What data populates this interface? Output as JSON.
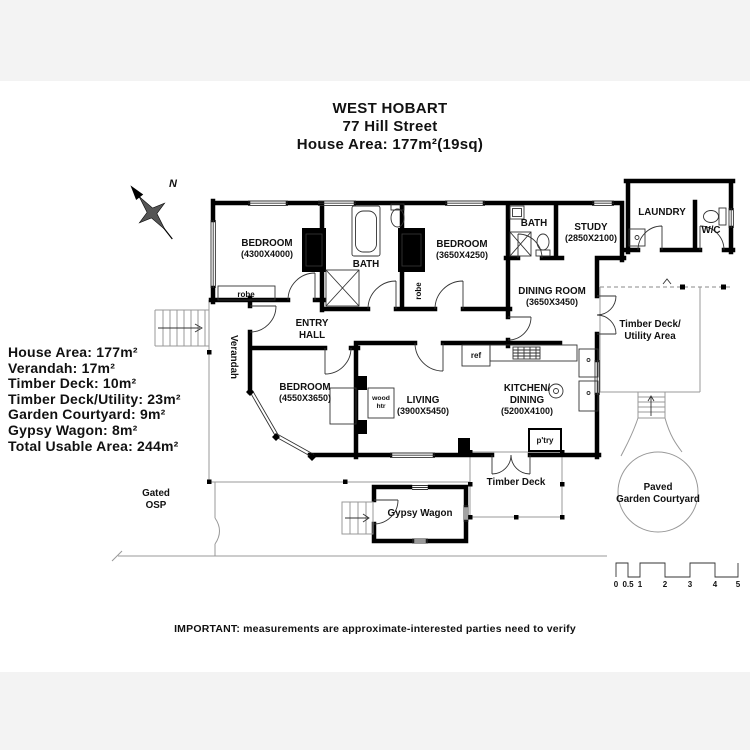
{
  "title": {
    "suburb": "WEST HOBART",
    "street": "77 Hill Street",
    "house_area": "House Area: 177m²(19sq)"
  },
  "stats": {
    "house_area": "House Area: 177m²",
    "verandah": "Verandah: 17m²",
    "timber_deck": "Timber Deck: 10m²",
    "timber_deck_utility": "Timber Deck/Utility: 23m²",
    "garden_courtyard": "Garden Courtyard: 9m²",
    "gypsy_wagon": "Gypsy Wagon: 8m²",
    "total": "Total Usable Area: 244m²"
  },
  "rooms": {
    "bedroom1": {
      "name": "BEDROOM",
      "dims": "(4300X4000)"
    },
    "bedroom2": {
      "name": "BEDROOM",
      "dims": "(3650X4250)"
    },
    "bedroom3": {
      "name": "BEDROOM",
      "dims": "(4550X3650)"
    },
    "bath1": {
      "name": "BATH"
    },
    "bath2": {
      "name": "BATH"
    },
    "study": {
      "name": "STUDY",
      "dims": "(2850X2100)"
    },
    "laundry": {
      "name": "LAUNDRY"
    },
    "wc": {
      "name": "W/C"
    },
    "dining": {
      "name": "DINING ROOM",
      "dims": "(3650X3450)"
    },
    "entry": {
      "line1": "ENTRY",
      "line2": "HALL"
    },
    "living": {
      "name": "LIVING",
      "dims": "(3900X5450)"
    },
    "kitchen": {
      "line1": "KITCHEN/",
      "line2": "DINING",
      "dims": "(5200X4100)"
    }
  },
  "labels": {
    "robe1": "robe",
    "robe2": "robe",
    "ref": "ref",
    "pantry": "p'try",
    "wood1": "wood",
    "wood2": "htr",
    "verandah": "Verandah",
    "deck_utility1": "Timber Deck/",
    "deck_utility2": "Utility Area",
    "courtyard1": "Paved",
    "courtyard2": "Garden Courtyard",
    "timber_deck": "Timber Deck",
    "gypsy": "Gypsy Wagon",
    "osp1": "Gated",
    "osp2": "OSP",
    "north": "N"
  },
  "scale": {
    "ticks": [
      "0",
      "0.5",
      "1",
      "2",
      "3",
      "4",
      "5"
    ]
  },
  "disclaimer": "IMPORTANT: measurements are approximate-interested parties need to verify"
}
